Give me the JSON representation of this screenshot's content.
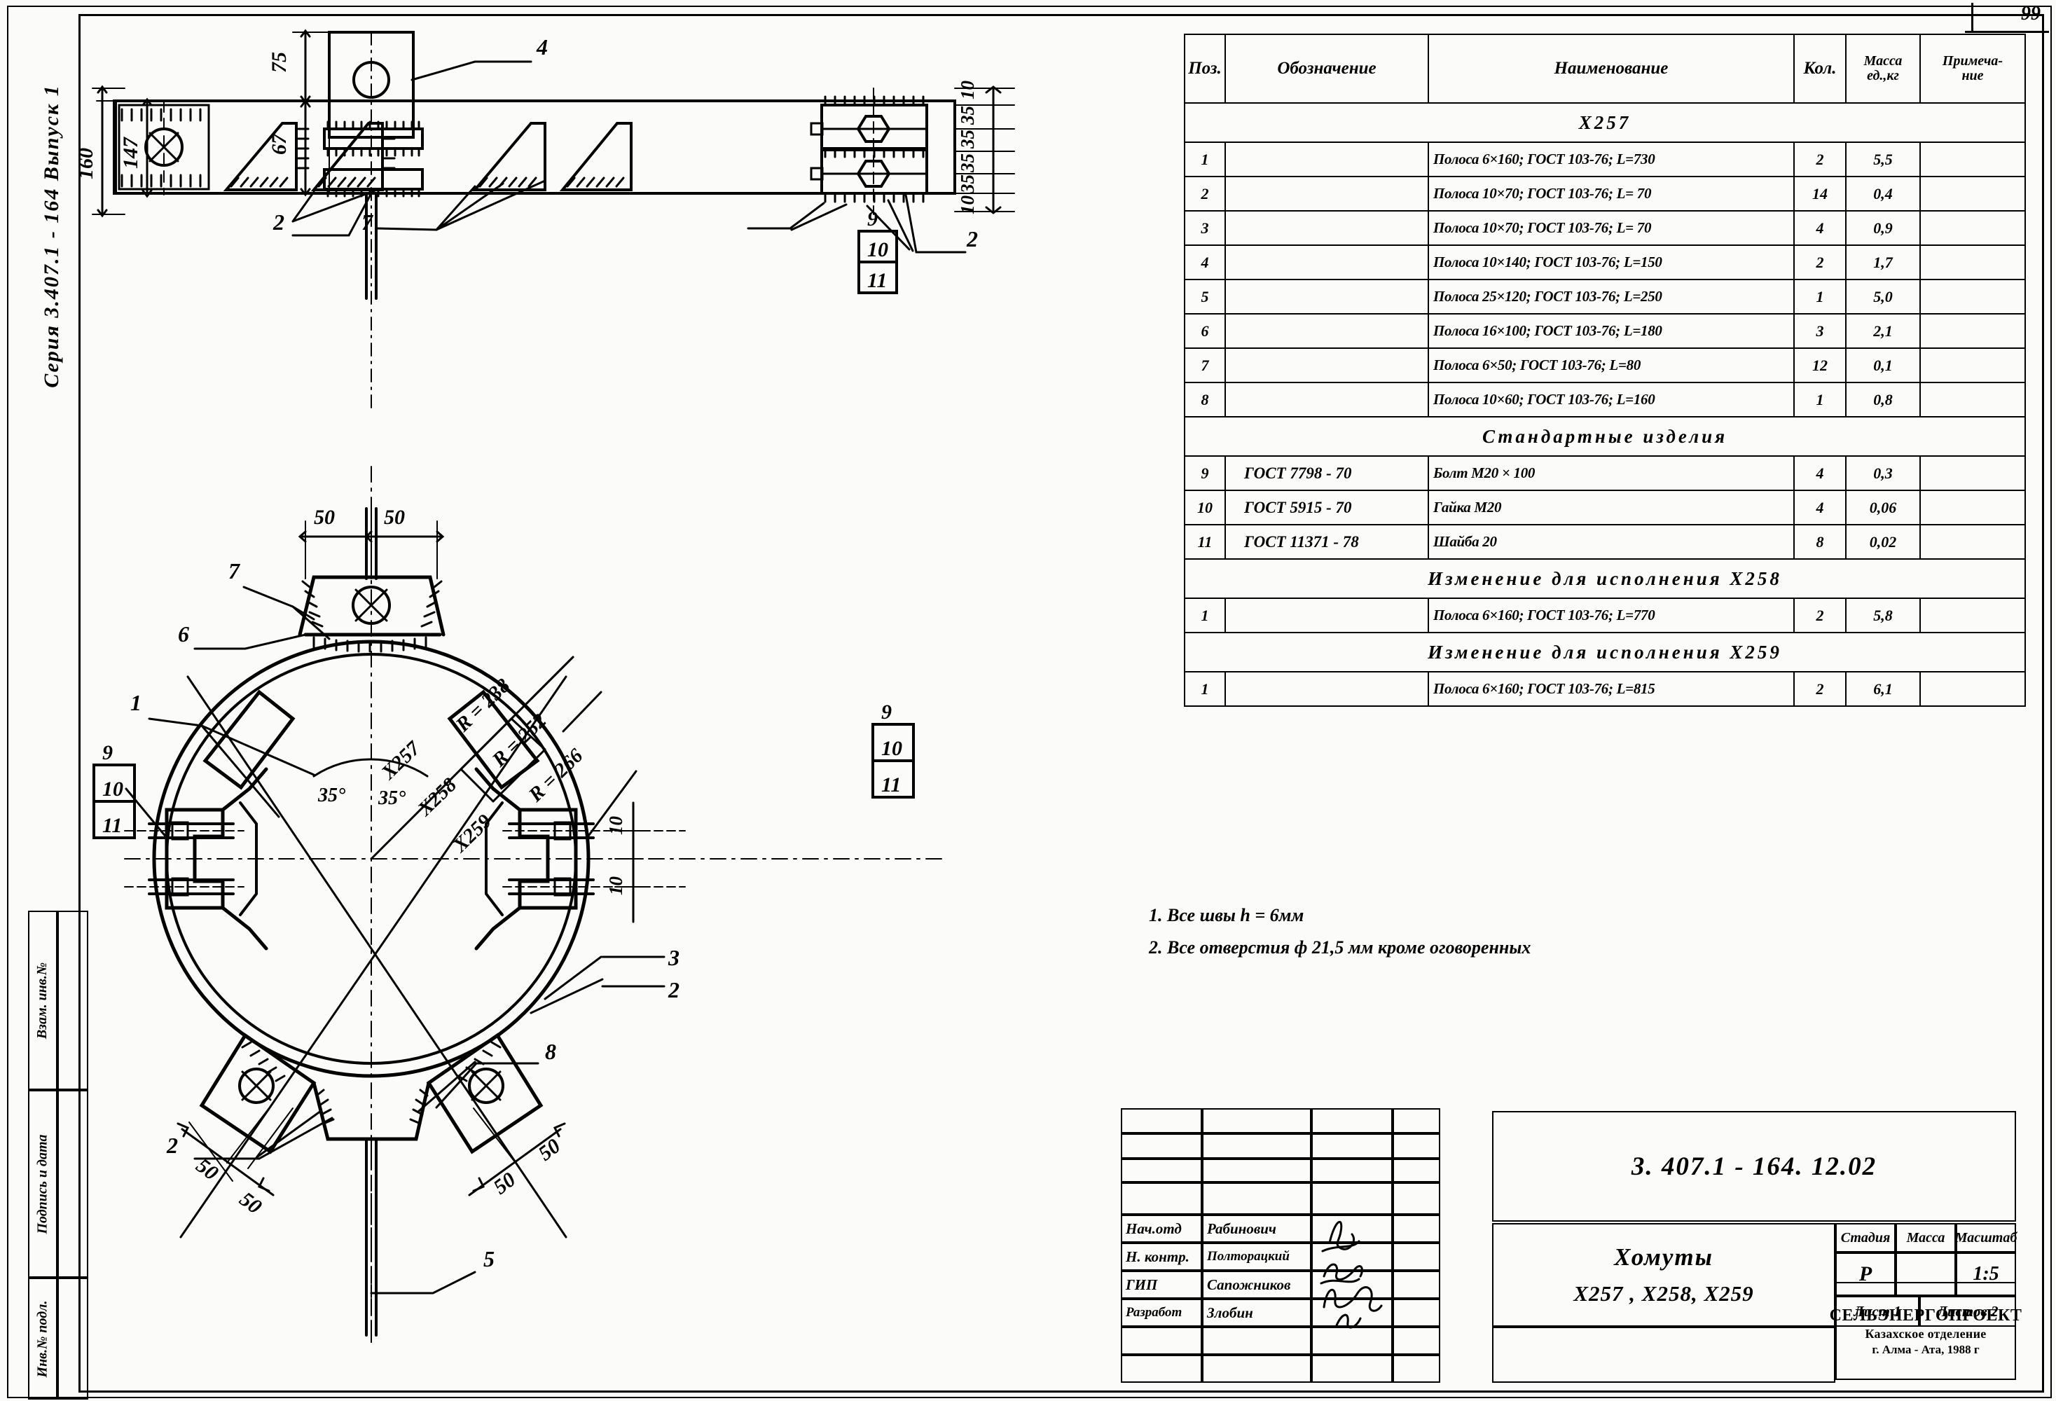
{
  "sheet": {
    "page_number": "99",
    "series_label": "Серия  3.407.1 - 164  Выпуск 1",
    "side_column_labels": [
      "Взам. инв.№",
      "Подпись и дата",
      "Инв.№ подл."
    ]
  },
  "spec_table": {
    "headers": {
      "pos": "Поз.",
      "designation": "Обозначение",
      "name": "Наименование",
      "qty": "Кол.",
      "mass": "Масса ед.,кг",
      "mass_l1": "Масса",
      "mass_l2": "ед.,кг",
      "note": "Примеча-ние",
      "note_l1": "Примеча-",
      "note_l2": "ние"
    },
    "sections": [
      {
        "title": "Х257",
        "rows": [
          {
            "pos": "1",
            "designation": "",
            "name": "Полоса 6×160; ГОСТ 103-76; L=730",
            "qty": "2",
            "mass": "5,5",
            "note": ""
          },
          {
            "pos": "2",
            "designation": "",
            "name": "Полоса 10×70; ГОСТ 103-76; L= 70",
            "qty": "14",
            "mass": "0,4",
            "note": ""
          },
          {
            "pos": "3",
            "designation": "",
            "name": "Полоса 10×70; ГОСТ 103-76; L= 70",
            "qty": "4",
            "mass": "0,9",
            "note": ""
          },
          {
            "pos": "4",
            "designation": "",
            "name": "Полоса 10×140; ГОСТ 103-76; L=150",
            "qty": "2",
            "mass": "1,7",
            "note": ""
          },
          {
            "pos": "5",
            "designation": "",
            "name": "Полоса 25×120; ГОСТ 103-76; L=250",
            "qty": "1",
            "mass": "5,0",
            "note": ""
          },
          {
            "pos": "6",
            "designation": "",
            "name": "Полоса 16×100; ГОСТ 103-76; L=180",
            "qty": "3",
            "mass": "2,1",
            "note": ""
          },
          {
            "pos": "7",
            "designation": "",
            "name": "Полоса 6×50; ГОСТ 103-76; L=80",
            "qty": "12",
            "mass": "0,1",
            "note": ""
          },
          {
            "pos": "8",
            "designation": "",
            "name": "Полоса 10×60; ГОСТ 103-76; L=160",
            "qty": "1",
            "mass": "0,8",
            "note": ""
          }
        ]
      },
      {
        "title": "Стандартные  изделия",
        "rows": [
          {
            "pos": "9",
            "designation": "ГОСТ  7798 - 70",
            "name": "Болт   М20 × 100",
            "qty": "4",
            "mass": "0,3",
            "note": ""
          },
          {
            "pos": "10",
            "designation": "ГОСТ  5915 - 70",
            "name": "Гайка  М20",
            "qty": "4",
            "mass": "0,06",
            "note": ""
          },
          {
            "pos": "11",
            "designation": "ГОСТ  11371 - 78",
            "name": "Шайба  20",
            "qty": "8",
            "mass": "0,02",
            "note": ""
          }
        ]
      },
      {
        "title": "Изменение  для  исполнения  Х258",
        "rows": [
          {
            "pos": "1",
            "designation": "",
            "name": "Полоса 6×160; ГОСТ 103-76; L=770",
            "qty": "2",
            "mass": "5,8",
            "note": ""
          }
        ]
      },
      {
        "title": "Изменение  для  исполнения  Х259",
        "rows": [
          {
            "pos": "1",
            "designation": "",
            "name": "Полоса 6×160; ГОСТ 103-76; L=815",
            "qty": "2",
            "mass": "6,1",
            "note": ""
          }
        ]
      }
    ]
  },
  "notes": {
    "line1": "1. Все  швы  h = 6мм",
    "line2": "2. Все  отверстия  ф 21,5 мм  кроме  оговоренных"
  },
  "title_block": {
    "doc_number": "3. 407.1 - 164. 12.02",
    "title_line1": "Хомуты",
    "title_line2": "Х257 ,  Х258,   Х259",
    "stage_hdr": "Стадия",
    "mass_hdr": "Масса",
    "scale_hdr": "Масштаб",
    "stage_val": "Р",
    "mass_val": "",
    "scale_val": "1:5",
    "sheet_hdr": "Лист 1",
    "sheets_hdr": "Листов 2",
    "org_name": "СЕЛЬЭНЕРГОПРОЕКТ",
    "org_dept": "Казахское  отделение",
    "org_city": "г. Алма - Ата, 1988 г",
    "roles": [
      {
        "role": "Нач.отд",
        "name": "Рабинович"
      },
      {
        "role": "Н. контр.",
        "name": "Полторацкий"
      },
      {
        "role": "ГИП",
        "name": "Сапожников"
      },
      {
        "role": "Разработ",
        "name": "Злобин"
      }
    ]
  },
  "drawing": {
    "top_view": {
      "dims": [
        "75",
        "67",
        "147",
        "160",
        "10",
        "35",
        "35",
        "35",
        "35",
        "10"
      ],
      "callouts": [
        "4",
        "2",
        "7",
        "9",
        "10",
        "11",
        "2"
      ]
    },
    "main_view": {
      "top_dims": [
        "50",
        "50"
      ],
      "bottom_left_dims": [
        "50",
        "50"
      ],
      "bottom_right_dims": [
        "50",
        "50"
      ],
      "side_dims": [
        "10",
        "10"
      ],
      "angles": [
        "35°",
        "35°"
      ],
      "radii": [
        {
          "variant": "Х257",
          "radius": "R = 238"
        },
        {
          "variant": "Х258",
          "radius": "R = 252"
        },
        {
          "variant": "Х259",
          "radius": "R = 266"
        }
      ],
      "callouts": [
        "7",
        "6",
        "1",
        "9",
        "10",
        "11",
        "9",
        "10",
        "11",
        "3",
        "2",
        "2",
        "8",
        "5"
      ]
    }
  }
}
